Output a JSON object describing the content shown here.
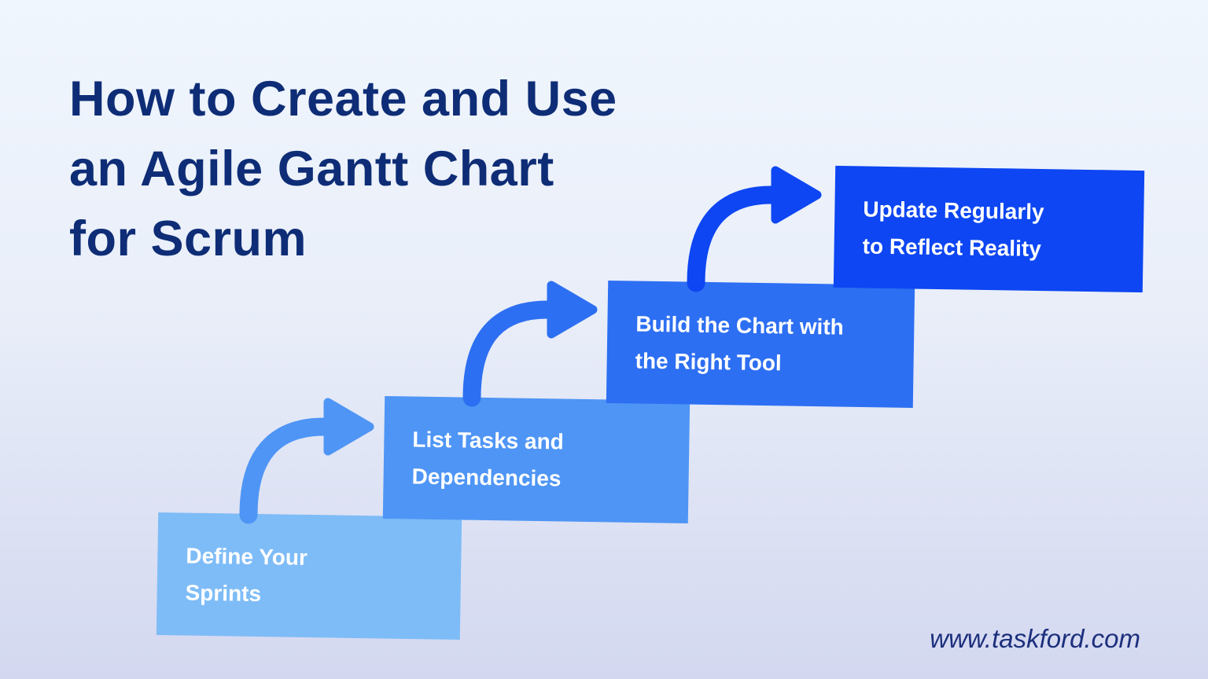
{
  "title": {
    "lines": [
      "How to Create and Use",
      "an Agile Gantt Chart",
      "for Scrum"
    ]
  },
  "steps": [
    {
      "lines": [
        "Define Your",
        "Sprints"
      ],
      "color": "#7ebcf7"
    },
    {
      "lines": [
        "List Tasks and",
        "Dependencies"
      ],
      "color": "#4e95f5"
    },
    {
      "lines": [
        "Build the Chart with",
        "the Right Tool"
      ],
      "color": "#2d6ff2"
    },
    {
      "lines": [
        "Update Regularly",
        "to Reflect Reality"
      ],
      "color": "#0d46f2"
    }
  ],
  "arrows": [
    {
      "icon": "curved-arrow-icon",
      "color": "#4e95f5"
    },
    {
      "icon": "curved-arrow-icon",
      "color": "#2d6ff2"
    },
    {
      "icon": "curved-arrow-icon",
      "color": "#0d46f2"
    }
  ],
  "footer": {
    "url": "www.taskford.com"
  },
  "colors": {
    "background_top": "#f0f6fd",
    "background_bottom": "#d3d8f0",
    "title_text": "#0e2d76",
    "footer_text": "#1c2f7c",
    "step_text": "#ffffff"
  }
}
